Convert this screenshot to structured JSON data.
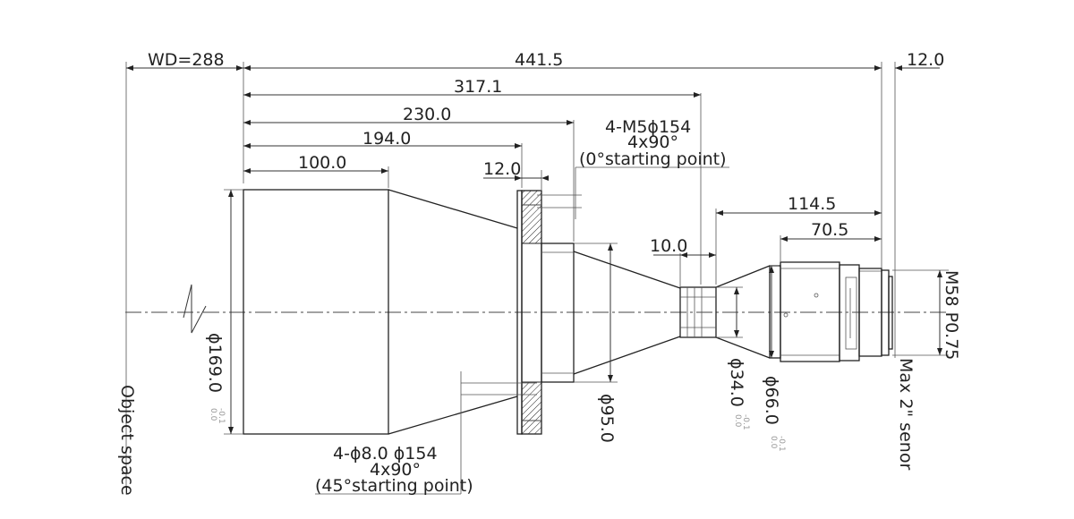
{
  "dimensions": {
    "wd": "WD=288",
    "total": "441.5",
    "d317": "317.1",
    "d230": "230.0",
    "d194": "194.0",
    "d100": "100.0",
    "d12a": "12.0",
    "d12b": "12.0",
    "d114": "114.5",
    "d70": "70.5",
    "d10": "10.0"
  },
  "diameters": {
    "d169": "ϕ169.0",
    "d169_tol_top": "0.0",
    "d169_tol_bot": "-0.1",
    "d95": "ϕ95.0",
    "d34": "ϕ34.0",
    "d34_tol_top": "0.0",
    "d34_tol_bot": "-0.1",
    "d66": "ϕ66.0",
    "d66_tol_top": "0.0",
    "d66_tol_bot": "-0.1"
  },
  "notes": {
    "m5_line1": "4-M5ϕ154",
    "m5_line2": "4x90°",
    "m5_line3": "(0°starting point)",
    "hole_line1": "4-ϕ8.0  ϕ154",
    "hole_line2": "4x90°",
    "hole_line3": "(45°starting point)",
    "mount": "M58 P0.75",
    "sensor": "Max 2\" senor",
    "object": "Object space"
  }
}
